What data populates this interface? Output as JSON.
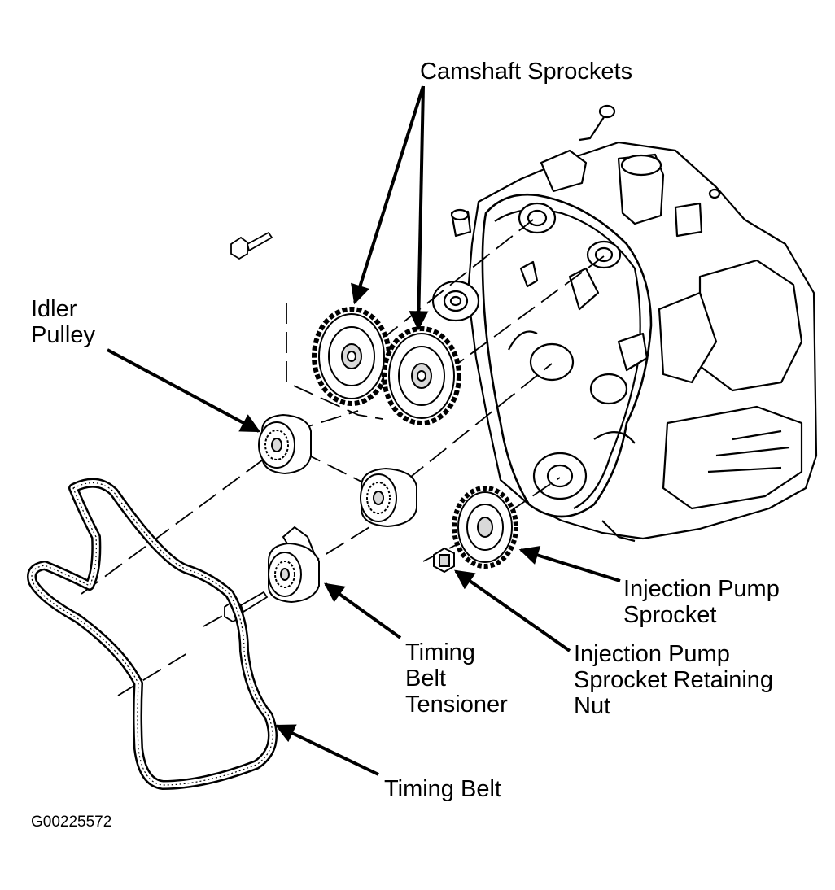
{
  "labels": {
    "camshaft_sprockets": "Camshaft Sprockets",
    "idler_pulley": [
      "Idler",
      "Pulley"
    ],
    "injection_pump_sprocket": [
      "Injection Pump",
      "Sprocket"
    ],
    "injection_pump_nut": [
      "Injection Pump",
      "Sprocket Retaining",
      "Nut"
    ],
    "timing_belt_tensioner": [
      "Timing",
      "Belt",
      "Tensioner"
    ],
    "timing_belt": "Timing Belt"
  },
  "figure_code": "G00225572",
  "colors": {
    "ink": "#000000",
    "paper": "#ffffff",
    "shade": "#d9d9d9"
  }
}
